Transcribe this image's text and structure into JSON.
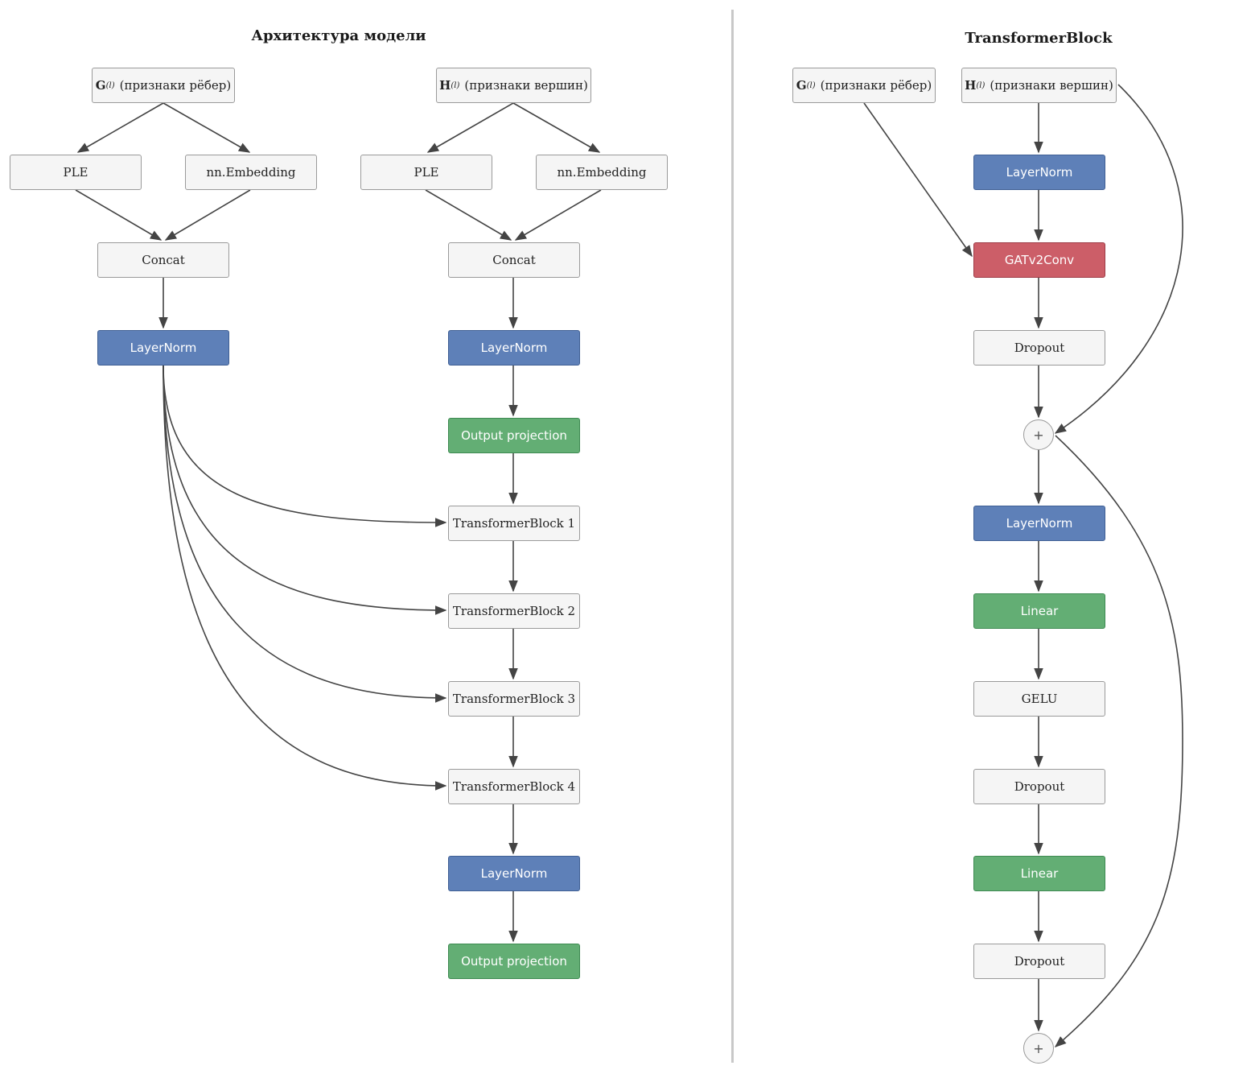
{
  "left": {
    "title": "Архитектура модели",
    "edge_input": {
      "sym": "G",
      "sup": "(l)",
      "text": "(признаки рёбер)"
    },
    "node_input": {
      "sym": "H",
      "sup": "(l)",
      "text": "(признаки вершин)"
    },
    "ple": "PLE",
    "embedding": "nn.Embedding",
    "concat": "Concat",
    "layernorm": "LayerNorm",
    "output_projection": "Output projection",
    "blocks": [
      "TransformerBlock 1",
      "TransformerBlock 2",
      "TransformerBlock 3",
      "TransformerBlock 4"
    ]
  },
  "right": {
    "title": "TransformerBlock",
    "edge_input": {
      "sym": "G",
      "sup": "(l)",
      "text": "(признаки рёбер)"
    },
    "node_input": {
      "sym": "H",
      "sup": "(l)",
      "text": "(признаки вершин)"
    },
    "layernorm": "LayerNorm",
    "gatv2conv": "GATv2Conv",
    "dropout": "Dropout",
    "linear": "Linear",
    "gelu": "GELU",
    "plus": "+"
  },
  "colors": {
    "layernorm": "#5e80b8",
    "projection_linear": "#63ae74",
    "attention": "#cc5e68",
    "neutral": "#f5f5f5",
    "edge": "#444444"
  }
}
